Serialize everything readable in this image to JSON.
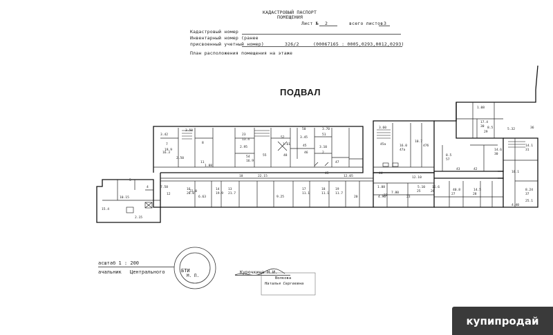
{
  "header": {
    "doc_title": "КАДАСТРОВЫЙ ПАСПОРТ",
    "doc_subtitle": "ПОМЕЩЕНИЯ",
    "sheet_label": "Лист №",
    "sheet_no": "2",
    "sheets_total_label": "всего листов",
    "sheets_total": "3",
    "cadastral_label": "Кадастровый номер",
    "inventory_label": "Инвентарный номер (ранее",
    "assigned_label": "присвоенный учетный номер)",
    "inventory_value": "326/2",
    "inventory_codes": "(00067165 : 0005,0293,0012,0293)",
    "plan_label": "План расположения помещения на этаже"
  },
  "floor_title": "ПОДВАЛ",
  "footer": {
    "scale": "асштаб 1 : 200",
    "chief": "ачальник",
    "office": "Центрального",
    "bti": "БТИ",
    "mp": "М. П.",
    "signature_name": "Курочкина Н.И.",
    "executor": "Волкова",
    "executor_full": "Наталья Сергеевна"
  },
  "watermark": "купипродай",
  "room_labels": [
    "3.50",
    "3.42",
    "7",
    "19.9",
    "8",
    "16.3",
    "11",
    "1.88",
    "2.50",
    "23",
    "13.4",
    "2.95",
    "54",
    "16.9",
    "55",
    "50",
    "3.70",
    "3.45",
    "51",
    "1.61",
    "45",
    "52",
    "46",
    "48",
    "3.10",
    "2",
    "47",
    "3.60",
    "45a",
    "16.0",
    "47a",
    "10.7",
    "47б",
    "18",
    "22.15",
    "45",
    "12.05",
    "44",
    "12.10",
    "42",
    "43",
    "5",
    "10.15",
    "4",
    "7.58",
    "12",
    "22.0",
    "6.63",
    "16",
    "20.0",
    "14",
    "19.9",
    "13",
    "21.7",
    "9.25",
    "17",
    "11.1",
    "18",
    "11.1",
    "19",
    "11.7",
    "20",
    "1.88",
    "22",
    "4.90",
    "23",
    "5.10",
    "25",
    "16.6",
    "26",
    "40.8",
    "27",
    "14.5",
    "28",
    "16.1",
    "8.24",
    "37",
    "25.1",
    "4.40",
    "1.08",
    "5.32",
    "36",
    "17.4",
    "30",
    "8.5",
    "29",
    "14.1",
    "31",
    "14.6",
    "30",
    "8.5",
    "57",
    "15.4",
    "2.15",
    "7.80"
  ]
}
